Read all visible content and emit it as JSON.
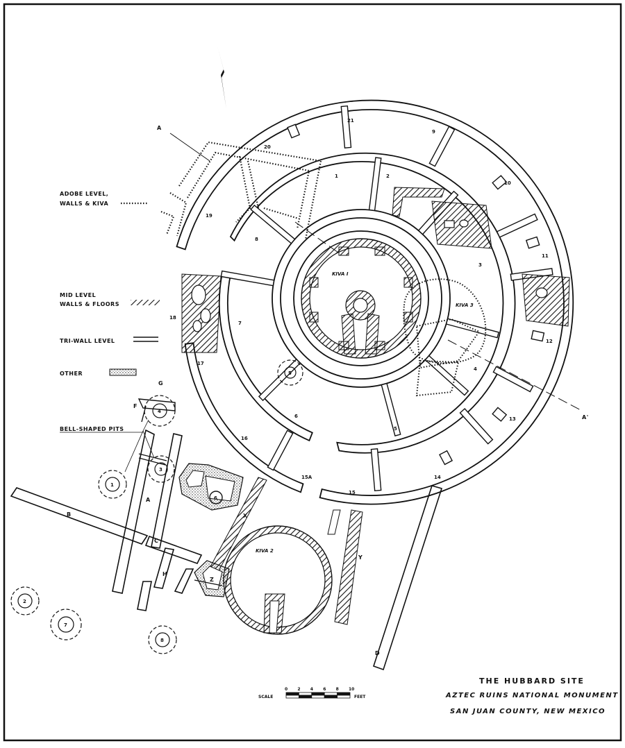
{
  "title": {
    "line1": "THE HUBBARD SITE",
    "line2": "AZTEC RUINS NATIONAL MONUMENT",
    "line3": "SAN JUAN COUNTY, NEW MEXICO"
  },
  "legend": {
    "adobe_line1": "ADOBE LEVEL,",
    "adobe_line2": "WALLS & KIVA",
    "mid_line1": "MID LEVEL",
    "mid_line2": "WALLS & FLOORS",
    "triwall": "TRI-WALL LEVEL",
    "other": "OTHER",
    "pits": "BELL-SHAPED PITS"
  },
  "scale": {
    "label": "SCALE",
    "unit": "FEET",
    "ticks": [
      "0",
      "2",
      "4",
      "6",
      "8",
      "10"
    ]
  },
  "kivas": {
    "kiva1": "KIVA I",
    "kiva2": "KIVA 2",
    "kiva3": "KIVA 3"
  },
  "section": {
    "a": "A",
    "a_prime": "A'"
  },
  "rooms": {
    "r1": "1",
    "r2": "2",
    "r3": "3",
    "r4": "4",
    "r5": "5",
    "r6": "6",
    "r7": "7",
    "r8": "8",
    "r9": "9",
    "r10": "10",
    "r11": "11",
    "r12": "12",
    "r13": "13",
    "r14": "14",
    "r15": "15",
    "r15a": "15A",
    "r16": "16",
    "r17": "17",
    "r18": "18",
    "r19": "19",
    "r20": "20",
    "r21": "21"
  },
  "walls": {
    "a": "A",
    "b": "B",
    "c": "C",
    "d": "D",
    "f": "F",
    "g": "G",
    "h": "H",
    "x": "X",
    "y": "Y",
    "z": "Z"
  },
  "pits": {
    "p1": "1",
    "p2": "2",
    "p3": "3",
    "p4": "4",
    "p5": "5",
    "p6": "6",
    "p7": "7",
    "p8": "8"
  }
}
